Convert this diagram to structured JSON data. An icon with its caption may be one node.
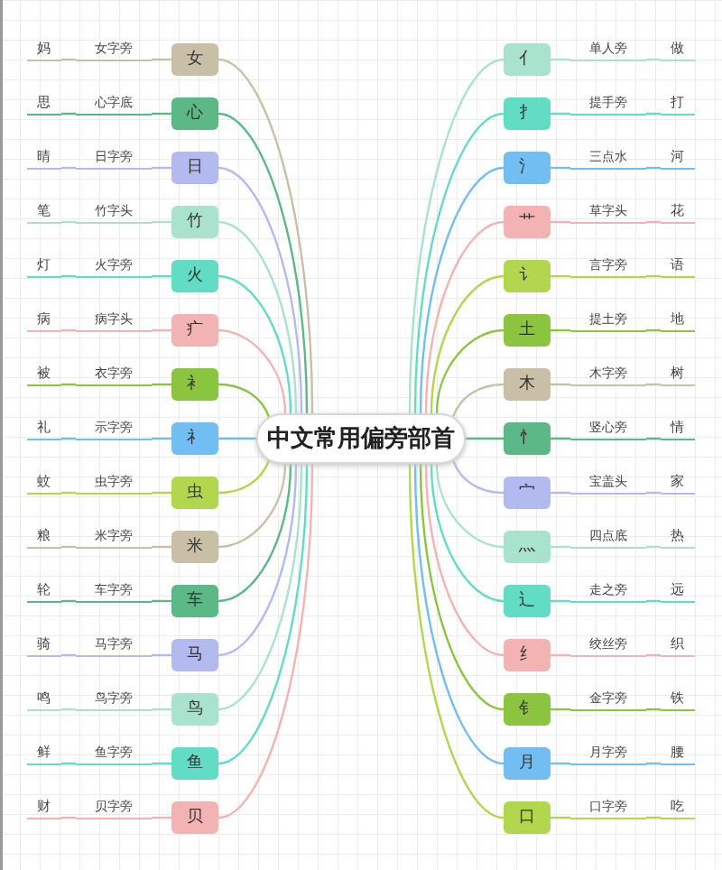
{
  "diagram": {
    "nodes": [
      {
        "text": [
          "中文常用偏旁部首"
        ]
      },
      {
        "text": [
          "女"
        ]
      },
      {
        "text": [
          "女字旁"
        ]
      },
      {
        "text": [
          "妈"
        ]
      },
      {
        "text": [
          "心"
        ]
      },
      {
        "text": [
          "心字底"
        ]
      },
      {
        "text": [
          "思"
        ]
      },
      {
        "text": [
          "日"
        ]
      },
      {
        "text": [
          "日字旁"
        ]
      },
      {
        "text": [
          "晴"
        ]
      },
      {
        "text": [
          "竹"
        ]
      },
      {
        "text": [
          "竹字头"
        ]
      },
      {
        "text": [
          "笔"
        ]
      },
      {
        "text": [
          "火"
        ]
      },
      {
        "text": [
          "火字旁"
        ]
      },
      {
        "text": [
          "灯"
        ]
      },
      {
        "text": [
          "疒"
        ]
      },
      {
        "text": [
          "病字头"
        ]
      },
      {
        "text": [
          "病"
        ]
      },
      {
        "text": [
          "衤"
        ]
      },
      {
        "text": [
          "衣字旁"
        ]
      },
      {
        "text": [
          "被"
        ]
      },
      {
        "text": [
          "礻"
        ]
      },
      {
        "text": [
          "示字旁"
        ]
      },
      {
        "text": [
          "礼"
        ]
      },
      {
        "text": [
          "虫"
        ]
      },
      {
        "text": [
          "虫字旁"
        ]
      },
      {
        "text": [
          "蚊"
        ]
      },
      {
        "text": [
          "米"
        ]
      },
      {
        "text": [
          "米字旁"
        ]
      },
      {
        "text": [
          "粮"
        ]
      },
      {
        "text": [
          "车"
        ]
      },
      {
        "text": [
          "车字旁"
        ]
      },
      {
        "text": [
          "轮"
        ]
      },
      {
        "text": [
          "马"
        ]
      },
      {
        "text": [
          "马字旁"
        ]
      },
      {
        "text": [
          "骑"
        ]
      },
      {
        "text": [
          "鸟"
        ]
      },
      {
        "text": [
          "鸟字旁"
        ]
      },
      {
        "text": [
          "鸣"
        ]
      },
      {
        "text": [
          "鱼"
        ]
      },
      {
        "text": [
          "鱼字旁"
        ]
      },
      {
        "text": [
          "鲜"
        ]
      },
      {
        "text": [
          "贝"
        ]
      },
      {
        "text": [
          "贝字旁"
        ]
      },
      {
        "text": [
          "财"
        ]
      },
      {
        "text": [
          "亻"
        ]
      },
      {
        "text": [
          "单人旁"
        ]
      },
      {
        "text": [
          "做"
        ]
      },
      {
        "text": [
          "扌"
        ]
      },
      {
        "text": [
          "提手旁"
        ]
      },
      {
        "text": [
          "打"
        ]
      },
      {
        "text": [
          "氵"
        ]
      },
      {
        "text": [
          "三点水"
        ]
      },
      {
        "text": [
          "河"
        ]
      },
      {
        "text": [
          "艹"
        ]
      },
      {
        "text": [
          "草字头"
        ]
      },
      {
        "text": [
          "花"
        ]
      },
      {
        "text": [
          "讠"
        ]
      },
      {
        "text": [
          "言字旁"
        ]
      },
      {
        "text": [
          "语"
        ]
      },
      {
        "text": [
          "土"
        ]
      },
      {
        "text": [
          "提土旁"
        ]
      },
      {
        "text": [
          "地"
        ]
      },
      {
        "text": [
          "木"
        ]
      },
      {
        "text": [
          "木字旁"
        ]
      },
      {
        "text": [
          "树"
        ]
      },
      {
        "text": [
          "忄"
        ]
      },
      {
        "text": [
          "竖心旁"
        ]
      },
      {
        "text": [
          "情"
        ]
      },
      {
        "text": [
          "宀"
        ]
      },
      {
        "text": [
          "宝盖头"
        ]
      },
      {
        "text": [
          "家"
        ]
      },
      {
        "text": [
          "灬"
        ]
      },
      {
        "text": [
          "四点底"
        ]
      },
      {
        "text": [
          "热"
        ]
      },
      {
        "text": [
          "辶"
        ]
      },
      {
        "text": [
          "走之旁"
        ]
      },
      {
        "text": [
          "远"
        ]
      },
      {
        "text": [
          "纟"
        ]
      },
      {
        "text": [
          "绞丝旁"
        ]
      },
      {
        "text": [
          "织"
        ]
      },
      {
        "text": [
          "钅"
        ]
      },
      {
        "text": [
          "金字旁"
        ]
      },
      {
        "text": [
          "铁"
        ]
      },
      {
        "text": [
          "月"
        ]
      },
      {
        "text": [
          "月字旁"
        ]
      },
      {
        "text": [
          "腰"
        ]
      },
      {
        "text": [
          "口"
        ]
      },
      {
        "text": [
          "口字旁"
        ]
      },
      {
        "text": [
          "吃"
        ]
      }
    ],
    "edges": [
      {
        "from": 0,
        "to": 1,
        "arrow": "none",
        "color": "#c8bfa6"
      },
      {
        "from": 1,
        "to": 2,
        "arrow": "none",
        "color": "#c8bfa6"
      },
      {
        "from": 2,
        "to": 3,
        "arrow": "none",
        "color": "#c8bfa6"
      },
      {
        "from": 0,
        "to": 4,
        "arrow": "none",
        "color": "#5cb887"
      },
      {
        "from": 4,
        "to": 5,
        "arrow": "none",
        "color": "#5cb887"
      },
      {
        "from": 5,
        "to": 6,
        "arrow": "none",
        "color": "#5cb887"
      },
      {
        "from": 0,
        "to": 7,
        "arrow": "none",
        "color": "#b3baf0"
      },
      {
        "from": 7,
        "to": 8,
        "arrow": "none",
        "color": "#b3baf0"
      },
      {
        "from": 8,
        "to": 9,
        "arrow": "none",
        "color": "#b3baf0"
      },
      {
        "from": 0,
        "to": 10,
        "arrow": "none",
        "color": "#a9e2cd"
      },
      {
        "from": 10,
        "to": 11,
        "arrow": "none",
        "color": "#a9e2cd"
      },
      {
        "from": 11,
        "to": 12,
        "arrow": "none",
        "color": "#a9e2cd"
      },
      {
        "from": 0,
        "to": 13,
        "arrow": "none",
        "color": "#63dcc6"
      },
      {
        "from": 13,
        "to": 14,
        "arrow": "none",
        "color": "#63dcc6"
      },
      {
        "from": 14,
        "to": 15,
        "arrow": "none",
        "color": "#63dcc6"
      },
      {
        "from": 0,
        "to": 16,
        "arrow": "none",
        "color": "#f4b3b3"
      },
      {
        "from": 16,
        "to": 17,
        "arrow": "none",
        "color": "#f4b3b3"
      },
      {
        "from": 17,
        "to": 18,
        "arrow": "none",
        "color": "#f4b3b3"
      },
      {
        "from": 0,
        "to": 19,
        "arrow": "none",
        "color": "#8bc43f"
      },
      {
        "from": 19,
        "to": 20,
        "arrow": "none",
        "color": "#8bc43f"
      },
      {
        "from": 20,
        "to": 21,
        "arrow": "none",
        "color": "#8bc43f"
      },
      {
        "from": 0,
        "to": 22,
        "arrow": "none",
        "color": "#72bdf2"
      },
      {
        "from": 22,
        "to": 23,
        "arrow": "none",
        "color": "#72bdf2"
      },
      {
        "from": 23,
        "to": 24,
        "arrow": "none",
        "color": "#72bdf2"
      },
      {
        "from": 0,
        "to": 25,
        "arrow": "none",
        "color": "#b3d64f"
      },
      {
        "from": 25,
        "to": 26,
        "arrow": "none",
        "color": "#b3d64f"
      },
      {
        "from": 26,
        "to": 27,
        "arrow": "none",
        "color": "#b3d64f"
      },
      {
        "from": 0,
        "to": 28,
        "arrow": "none",
        "color": "#c8bfa6"
      },
      {
        "from": 28,
        "to": 29,
        "arrow": "none",
        "color": "#c8bfa6"
      },
      {
        "from": 29,
        "to": 30,
        "arrow": "none",
        "color": "#c8bfa6"
      },
      {
        "from": 0,
        "to": 31,
        "arrow": "none",
        "color": "#5cb887"
      },
      {
        "from": 31,
        "to": 32,
        "arrow": "none",
        "color": "#5cb887"
      },
      {
        "from": 32,
        "to": 33,
        "arrow": "none",
        "color": "#5cb887"
      },
      {
        "from": 0,
        "to": 34,
        "arrow": "none",
        "color": "#b3baf0"
      },
      {
        "from": 34,
        "to": 35,
        "arrow": "none",
        "color": "#b3baf0"
      },
      {
        "from": 35,
        "to": 36,
        "arrow": "none",
        "color": "#b3baf0"
      },
      {
        "from": 0,
        "to": 37,
        "arrow": "none",
        "color": "#a9e2cd"
      },
      {
        "from": 37,
        "to": 38,
        "arrow": "none",
        "color": "#a9e2cd"
      },
      {
        "from": 38,
        "to": 39,
        "arrow": "none",
        "color": "#a9e2cd"
      },
      {
        "from": 0,
        "to": 40,
        "arrow": "none",
        "color": "#63dcc6"
      },
      {
        "from": 40,
        "to": 41,
        "arrow": "none",
        "color": "#63dcc6"
      },
      {
        "from": 41,
        "to": 42,
        "arrow": "none",
        "color": "#63dcc6"
      },
      {
        "from": 0,
        "to": 43,
        "arrow": "none",
        "color": "#f4b3b3"
      },
      {
        "from": 43,
        "to": 44,
        "arrow": "none",
        "color": "#f4b3b3"
      },
      {
        "from": 44,
        "to": 45,
        "arrow": "none",
        "color": "#f4b3b3"
      },
      {
        "from": 0,
        "to": 46,
        "arrow": "none",
        "color": "#a9e2cd"
      },
      {
        "from": 46,
        "to": 47,
        "arrow": "none",
        "color": "#a9e2cd"
      },
      {
        "from": 47,
        "to": 48,
        "arrow": "none",
        "color": "#a9e2cd"
      },
      {
        "from": 0,
        "to": 49,
        "arrow": "none",
        "color": "#63dcc6"
      },
      {
        "from": 49,
        "to": 50,
        "arrow": "none",
        "color": "#63dcc6"
      },
      {
        "from": 50,
        "to": 51,
        "arrow": "none",
        "color": "#63dcc6"
      },
      {
        "from": 0,
        "to": 52,
        "arrow": "none",
        "color": "#72bdf2"
      },
      {
        "from": 52,
        "to": 53,
        "arrow": "none",
        "color": "#72bdf2"
      },
      {
        "from": 53,
        "to": 54,
        "arrow": "none",
        "color": "#72bdf2"
      },
      {
        "from": 0,
        "to": 55,
        "arrow": "none",
        "color": "#f4b3b3"
      },
      {
        "from": 55,
        "to": 56,
        "arrow": "none",
        "color": "#f4b3b3"
      },
      {
        "from": 56,
        "to": 57,
        "arrow": "none",
        "color": "#f4b3b3"
      },
      {
        "from": 0,
        "to": 58,
        "arrow": "none",
        "color": "#b3d64f"
      },
      {
        "from": 58,
        "to": 59,
        "arrow": "none",
        "color": "#b3d64f"
      },
      {
        "from": 59,
        "to": 60,
        "arrow": "none",
        "color": "#b3d64f"
      },
      {
        "from": 0,
        "to": 61,
        "arrow": "none",
        "color": "#8bc43f"
      },
      {
        "from": 61,
        "to": 62,
        "arrow": "none",
        "color": "#8bc43f"
      },
      {
        "from": 62,
        "to": 63,
        "arrow": "none",
        "color": "#8bc43f"
      },
      {
        "from": 0,
        "to": 64,
        "arrow": "none",
        "color": "#c8bfa6"
      },
      {
        "from": 64,
        "to": 65,
        "arrow": "none",
        "color": "#c8bfa6"
      },
      {
        "from": 65,
        "to": 66,
        "arrow": "none",
        "color": "#c8bfa6"
      },
      {
        "from": 0,
        "to": 67,
        "arrow": "none",
        "color": "#5cb887"
      },
      {
        "from": 67,
        "to": 68,
        "arrow": "none",
        "color": "#5cb887"
      },
      {
        "from": 68,
        "to": 69,
        "arrow": "none",
        "color": "#5cb887"
      },
      {
        "from": 0,
        "to": 70,
        "arrow": "none",
        "color": "#b3baf0"
      },
      {
        "from": 70,
        "to": 71,
        "arrow": "none",
        "color": "#b3baf0"
      },
      {
        "from": 71,
        "to": 72,
        "arrow": "none",
        "color": "#b3baf0"
      },
      {
        "from": 0,
        "to": 73,
        "arrow": "none",
        "color": "#a9e2cd"
      },
      {
        "from": 73,
        "to": 74,
        "arrow": "none",
        "color": "#a9e2cd"
      },
      {
        "from": 74,
        "to": 75,
        "arrow": "none",
        "color": "#a9e2cd"
      },
      {
        "from": 0,
        "to": 76,
        "arrow": "none",
        "color": "#63dcc6"
      },
      {
        "from": 76,
        "to": 77,
        "arrow": "none",
        "color": "#63dcc6"
      },
      {
        "from": 77,
        "to": 78,
        "arrow": "none",
        "color": "#63dcc6"
      },
      {
        "from": 0,
        "to": 79,
        "arrow": "none",
        "color": "#f4b3b3"
      },
      {
        "from": 79,
        "to": 80,
        "arrow": "none",
        "color": "#f4b3b3"
      },
      {
        "from": 80,
        "to": 81,
        "arrow": "none",
        "color": "#f4b3b3"
      },
      {
        "from": 0,
        "to": 82,
        "arrow": "none",
        "color": "#8bc43f"
      },
      {
        "from": 82,
        "to": 83,
        "arrow": "none",
        "color": "#8bc43f"
      },
      {
        "from": 83,
        "to": 84,
        "arrow": "none",
        "color": "#8bc43f"
      },
      {
        "from": 0,
        "to": 85,
        "arrow": "none",
        "color": "#72bdf2"
      },
      {
        "from": 85,
        "to": 86,
        "arrow": "none",
        "color": "#72bdf2"
      },
      {
        "from": 86,
        "to": 87,
        "arrow": "none",
        "color": "#72bdf2"
      },
      {
        "from": 0,
        "to": 88,
        "arrow": "none",
        "color": "#b3d64f"
      },
      {
        "from": 88,
        "to": 89,
        "arrow": "none",
        "color": "#b3d64f"
      },
      {
        "from": 89,
        "to": 90,
        "arrow": "none",
        "color": "#b3d64f"
      }
    ]
  }
}
